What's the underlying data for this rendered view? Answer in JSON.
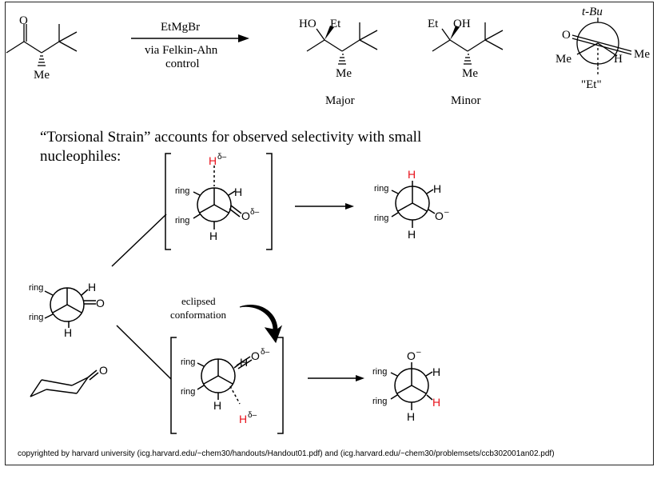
{
  "reaction": {
    "reagent": "EtMgBr",
    "condition_line1": "via Felkin-Ahn",
    "condition_line2": "control"
  },
  "start_molecule": {
    "carbonyl_o": "O",
    "me": "Me"
  },
  "products": {
    "major": {
      "ho": "HO",
      "et": "Et",
      "me": "Me",
      "label": "Major"
    },
    "minor": {
      "et": "Et",
      "oh": "OH",
      "me": "Me",
      "label": "Minor"
    }
  },
  "top_newman": {
    "tbu": "t-Bu",
    "o": "O",
    "me_left": "Me",
    "h": "H",
    "me_right": "Me",
    "et": "\"Et\""
  },
  "heading": {
    "line1": "“Torsional Strain” accounts for observed selectivity with small",
    "line2": "nucleophiles:"
  },
  "newman_left": {
    "ring1": "ring",
    "ring2": "ring",
    "h_top": "H",
    "o": "O",
    "h_bottom": "H"
  },
  "newman_upper_ts": {
    "h_attack": "H",
    "delta": "δ–",
    "ring1": "ring",
    "ring2": "ring",
    "h_right": "H",
    "o": "O",
    "o_delta": "δ–",
    "h_bottom": "H"
  },
  "newman_upper_product": {
    "h_top": "H",
    "ring1": "ring",
    "ring2": "ring",
    "h_right": "H",
    "o": "O",
    "o_charge": "–",
    "h_bottom": "H"
  },
  "eclipsed_label": {
    "line1": "eclipsed",
    "line2": "conformation"
  },
  "newman_lower_ts": {
    "ring1": "ring",
    "ring2": "ring",
    "h_eclipsed": "H",
    "o": "O",
    "o_delta": "δ–",
    "h_bottom": "H",
    "h_attack": "H",
    "delta": "δ–"
  },
  "newman_lower_product": {
    "o": "O",
    "o_charge": "–",
    "ring1": "ring",
    "ring2": "ring",
    "h_right": "H",
    "h_bottom": "H",
    "h_red": "H"
  },
  "cyclohexanone": {
    "o": "O"
  },
  "footer": "copyrighted by harvard university (icg.harvard.edu/~chem30/handouts/Handout01.pdf) and (icg.harvard.edu/~chem30/problemsets/ccb302001an02.pdf)",
  "colors": {
    "highlight": "#e8121b",
    "ink": "#000000"
  }
}
